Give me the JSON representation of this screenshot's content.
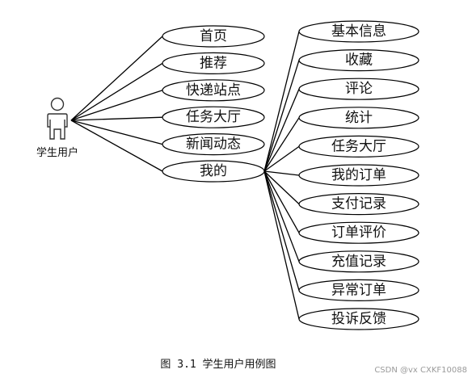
{
  "actor": {
    "name": "学生用户"
  },
  "main_use_cases": [
    {
      "label": "首页"
    },
    {
      "label": "推荐"
    },
    {
      "label": "快递站点"
    },
    {
      "label": "任务大厅"
    },
    {
      "label": "新闻动态"
    },
    {
      "label": "我的"
    }
  ],
  "sub_use_cases": [
    {
      "label": "基本信息"
    },
    {
      "label": "收藏"
    },
    {
      "label": "评论"
    },
    {
      "label": "统计"
    },
    {
      "label": "任务大厅"
    },
    {
      "label": "我的订单"
    },
    {
      "label": "支付记录"
    },
    {
      "label": "订单评价"
    },
    {
      "label": "充值记录"
    },
    {
      "label": "异常订单"
    },
    {
      "label": "投诉反馈"
    }
  ],
  "caption": "图 3.1 学生用户用例图",
  "watermark": "CSDN @vx CXKF10088"
}
